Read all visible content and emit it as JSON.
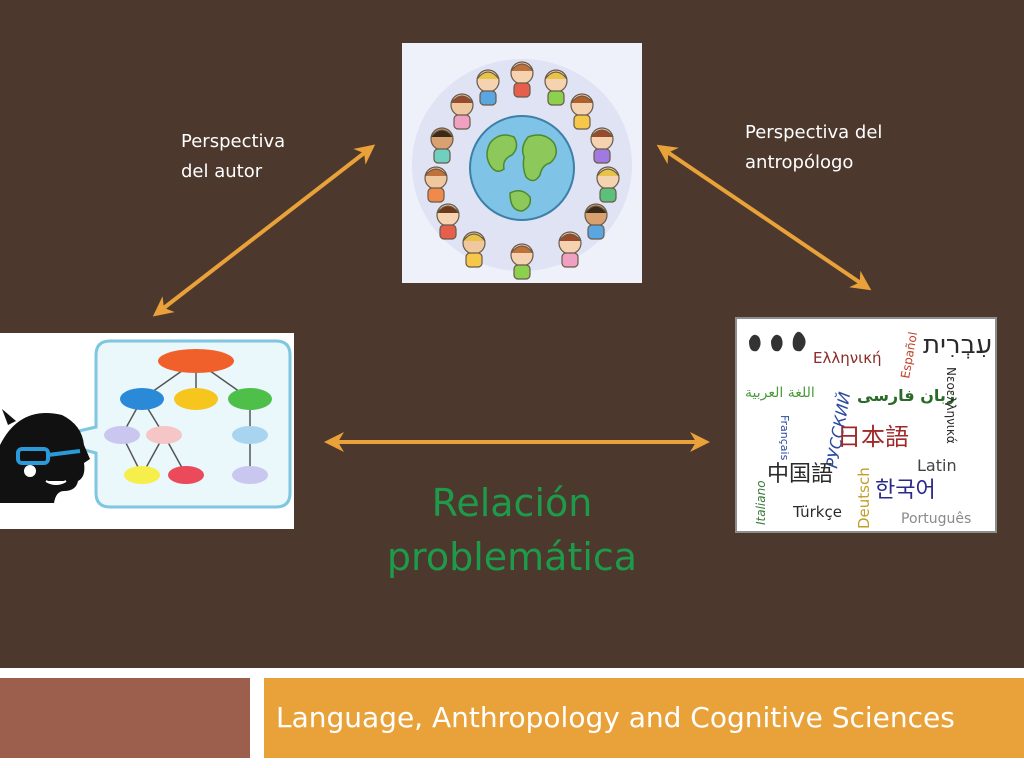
{
  "labels": {
    "author_perspective": [
      "Perspectiva",
      "del autor"
    ],
    "anthropologist_perspective": [
      "Perspectiva del",
      "antropólogo"
    ],
    "relation": [
      "Relación",
      "problemática"
    ]
  },
  "footer": {
    "title": "Language, Anthropology and Cognitive Sciences"
  },
  "language_words": {
    "hebrew": "עִבְרִית",
    "greek": "Ελληνική",
    "espanol": "Español",
    "arabic": "اللغة العربية",
    "farsi": "زبان فارسی",
    "neoellinika": "Νεοελληνικά",
    "russian": "РУССКИЙ",
    "francais": "Français",
    "japanese": "日本語",
    "latin": "Latin",
    "chinese": "中国語",
    "deutsch": "Deutsch",
    "korean": "한국어",
    "italiano": "Italiano",
    "turkce": "Türkçe",
    "portugues": "Português"
  },
  "colors": {
    "background": "#4d382d",
    "arrow": "#e9a23a",
    "relation_text": "#1d9a4a",
    "footer_left": "#9d5f4d",
    "footer_right": "#e9a23a"
  },
  "icons": {
    "world": "children-around-globe-icon",
    "cognition": "head-with-thought-diagram-icon",
    "languages": "language-word-cloud-icon"
  }
}
